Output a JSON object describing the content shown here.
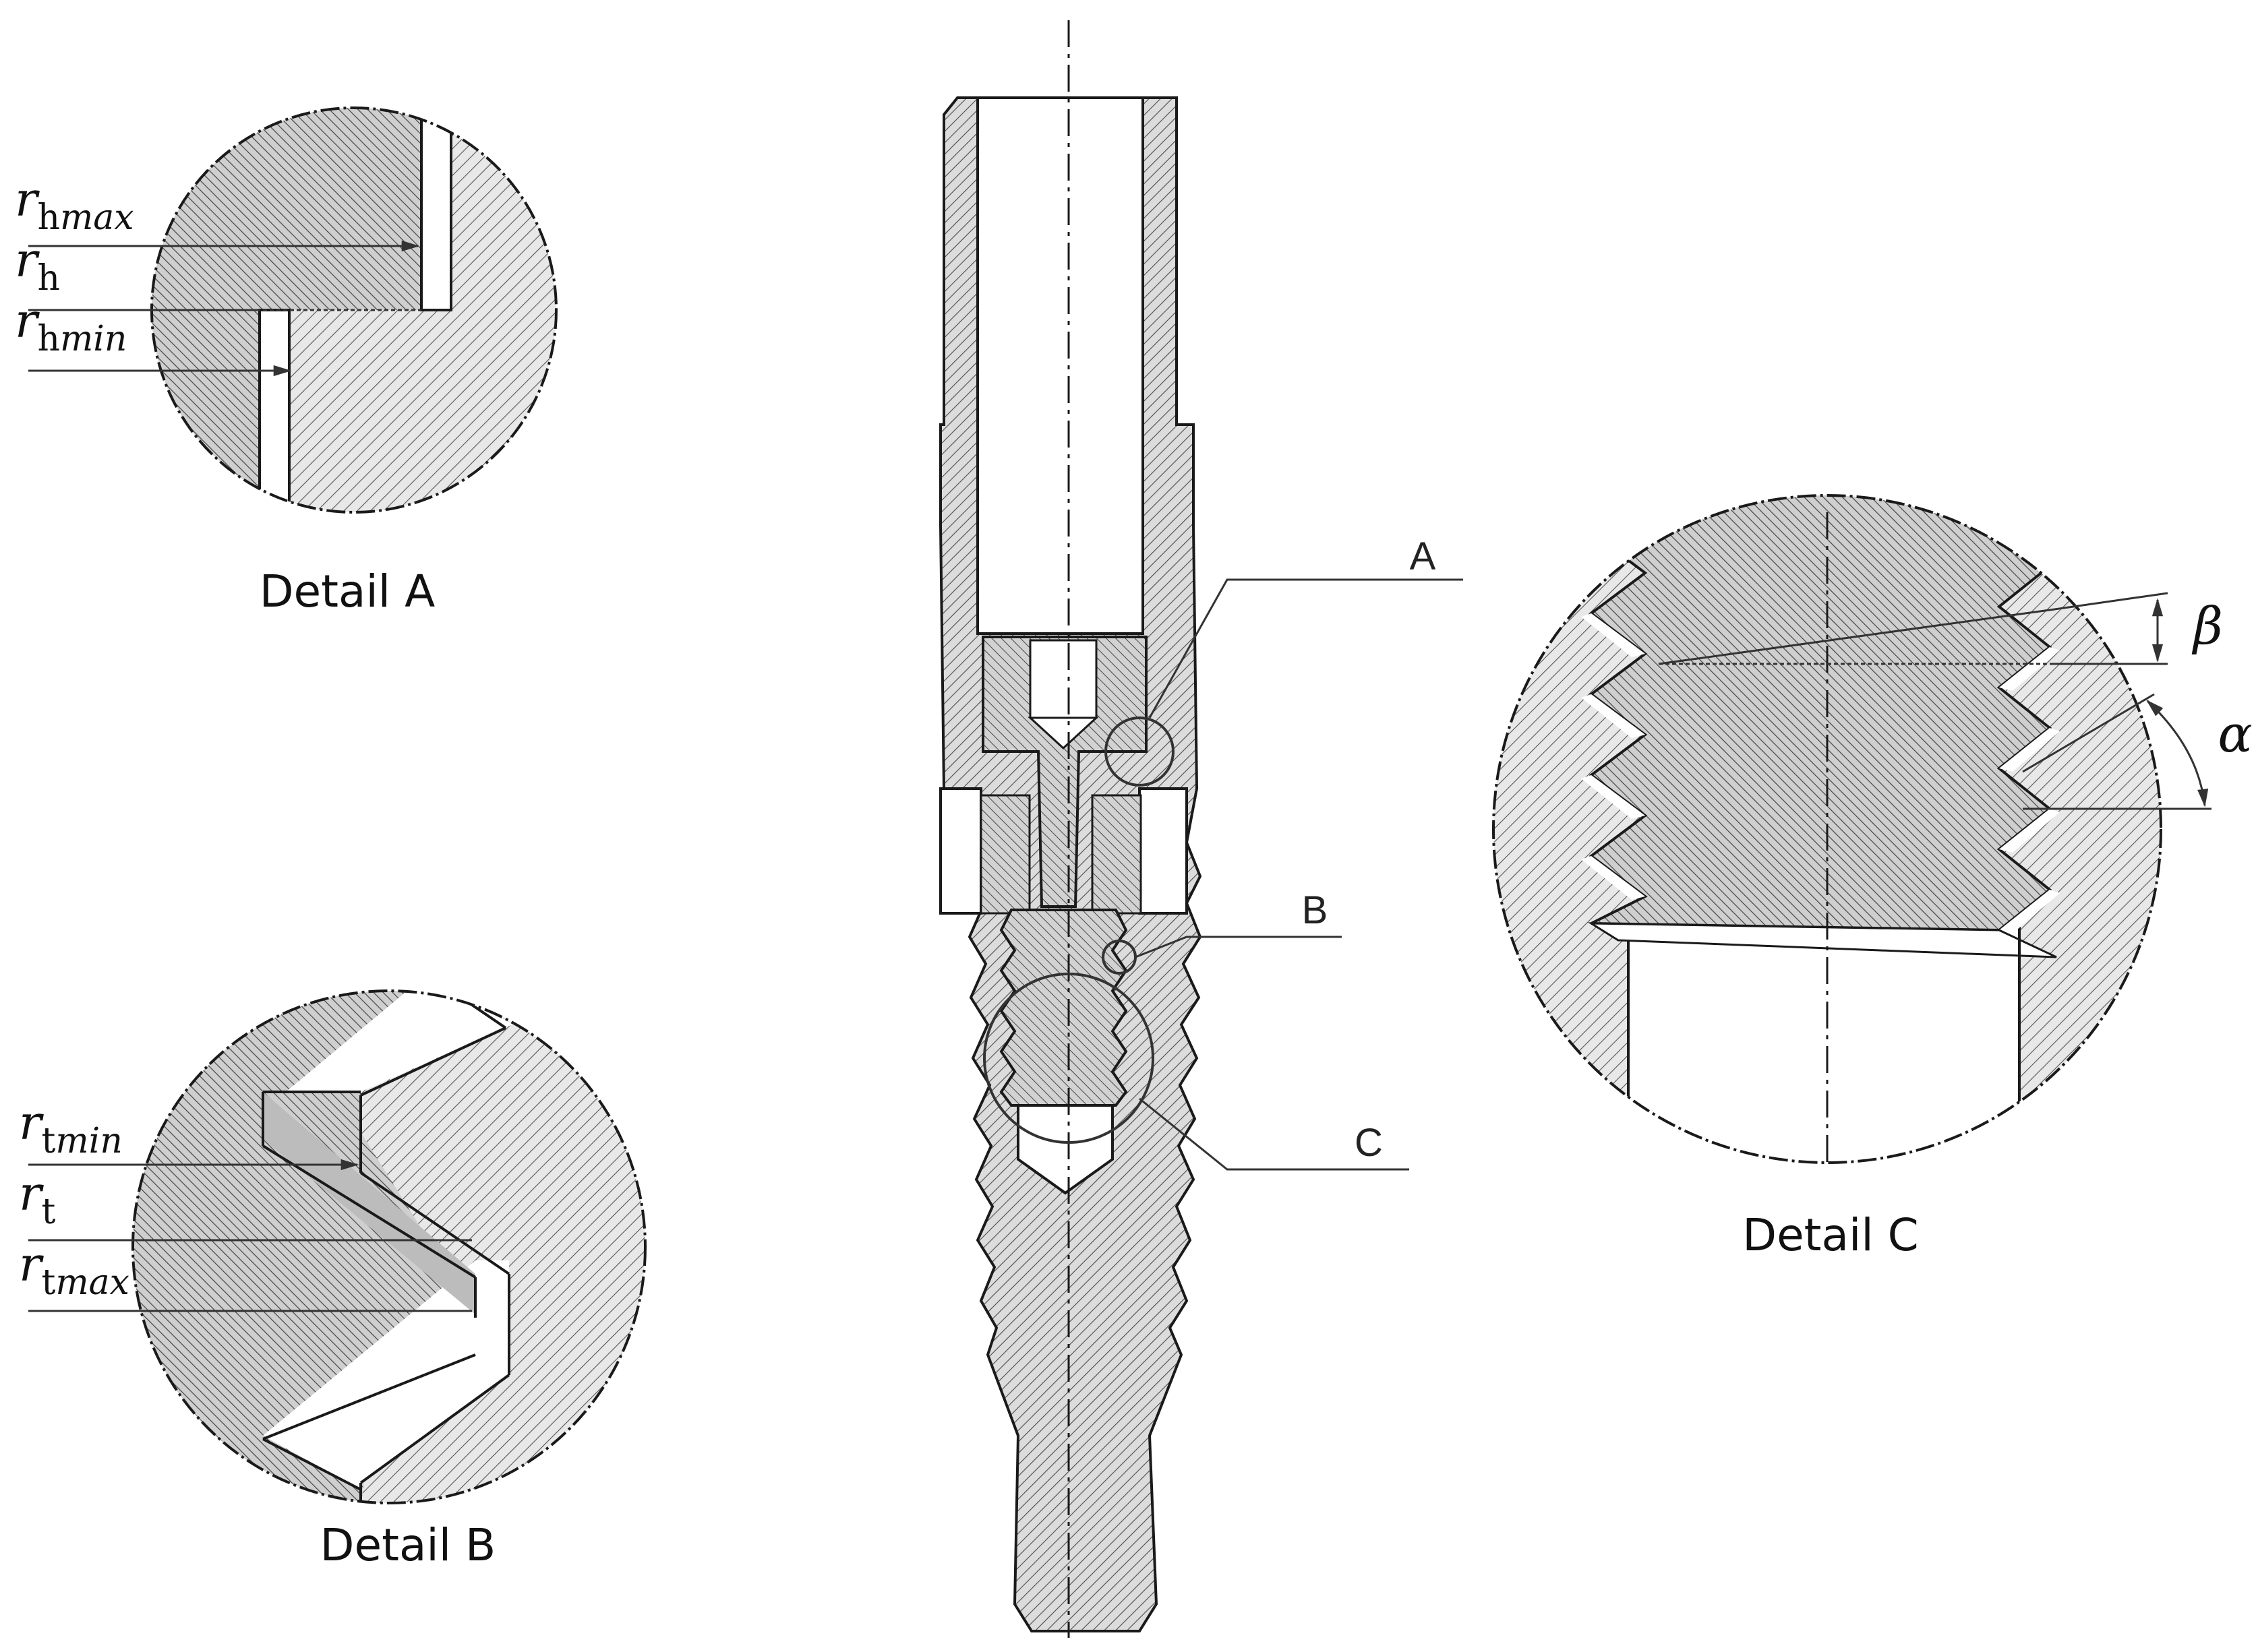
{
  "detail_a": {
    "caption": "Detail A",
    "labels": [
      {
        "base": "r",
        "sub": "h",
        "subi": "max"
      },
      {
        "base": "r",
        "sub": "h",
        "subi": ""
      },
      {
        "base": "r",
        "sub": "h",
        "subi": "min"
      }
    ]
  },
  "detail_b": {
    "caption": "Detail B",
    "labels": [
      {
        "base": "r",
        "sub": "t",
        "subi": "min"
      },
      {
        "base": "r",
        "sub": "t",
        "subi": ""
      },
      {
        "base": "r",
        "sub": "t",
        "subi": "max"
      }
    ]
  },
  "detail_c": {
    "caption": "Detail C",
    "angle_beta": "β",
    "angle_alpha": "α"
  },
  "main_view": {
    "callouts": [
      "A",
      "B",
      "C"
    ]
  },
  "colors": {
    "stroke": "#1a1a1a",
    "hatch": "#3a3a3a",
    "hatch_bg": "#e6e6e6",
    "dense_bg": "#c9c9c9"
  }
}
